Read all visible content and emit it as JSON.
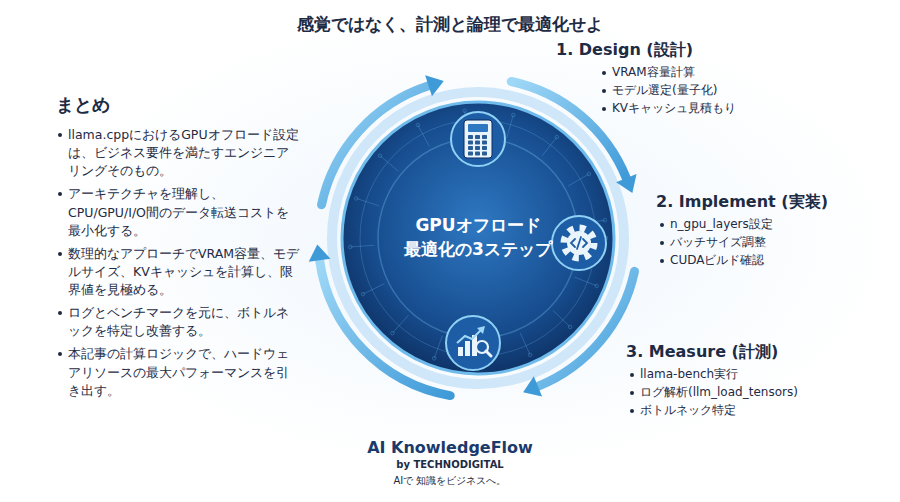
{
  "diagram": {
    "title": "感覚ではなく、計測と論理で最適化せよ",
    "nodes": [
      {
        "text": [
          "GPUオフロード 最適化の3ステップ"
        ]
      }
    ],
    "labels": [
      "まとめ",
      "llama.cppにおけるGPUオフロード設定は、ビジネス要件を満たすエンジニアリングそのもの。",
      "アーキテクチャを理解し、CPU/GPU/I/O間のデータ転送コストを最小化する。",
      "数理的なアプローチでVRAM容量、モデルサイズ、KVキャッシュを計算し、限界値を見極める。",
      "ログとベンチマークを元に、ボトルネックを特定し改善する。",
      "本記事の計算ロジックで、ハードウェアリソースの最大パフォーマンスを引き出す。",
      "1. Design (設計)",
      "VRAM容量計算",
      "モデル選定(量子化)",
      "KVキャッシュ見積もり",
      "2. Implement (実装)",
      "n_gpu_layers設定",
      "バッチサイズ調整",
      "CUDAビルド確認",
      "3. Measure (計測)",
      "llama-bench実行",
      "ログ解析(llm_load_tensors)",
      "ボトルネック特定",
      "AI KnowledgeFlow",
      "by TECHNODIGITAL",
      "AIで 知識をビジネスへ。"
    ]
  }
}
